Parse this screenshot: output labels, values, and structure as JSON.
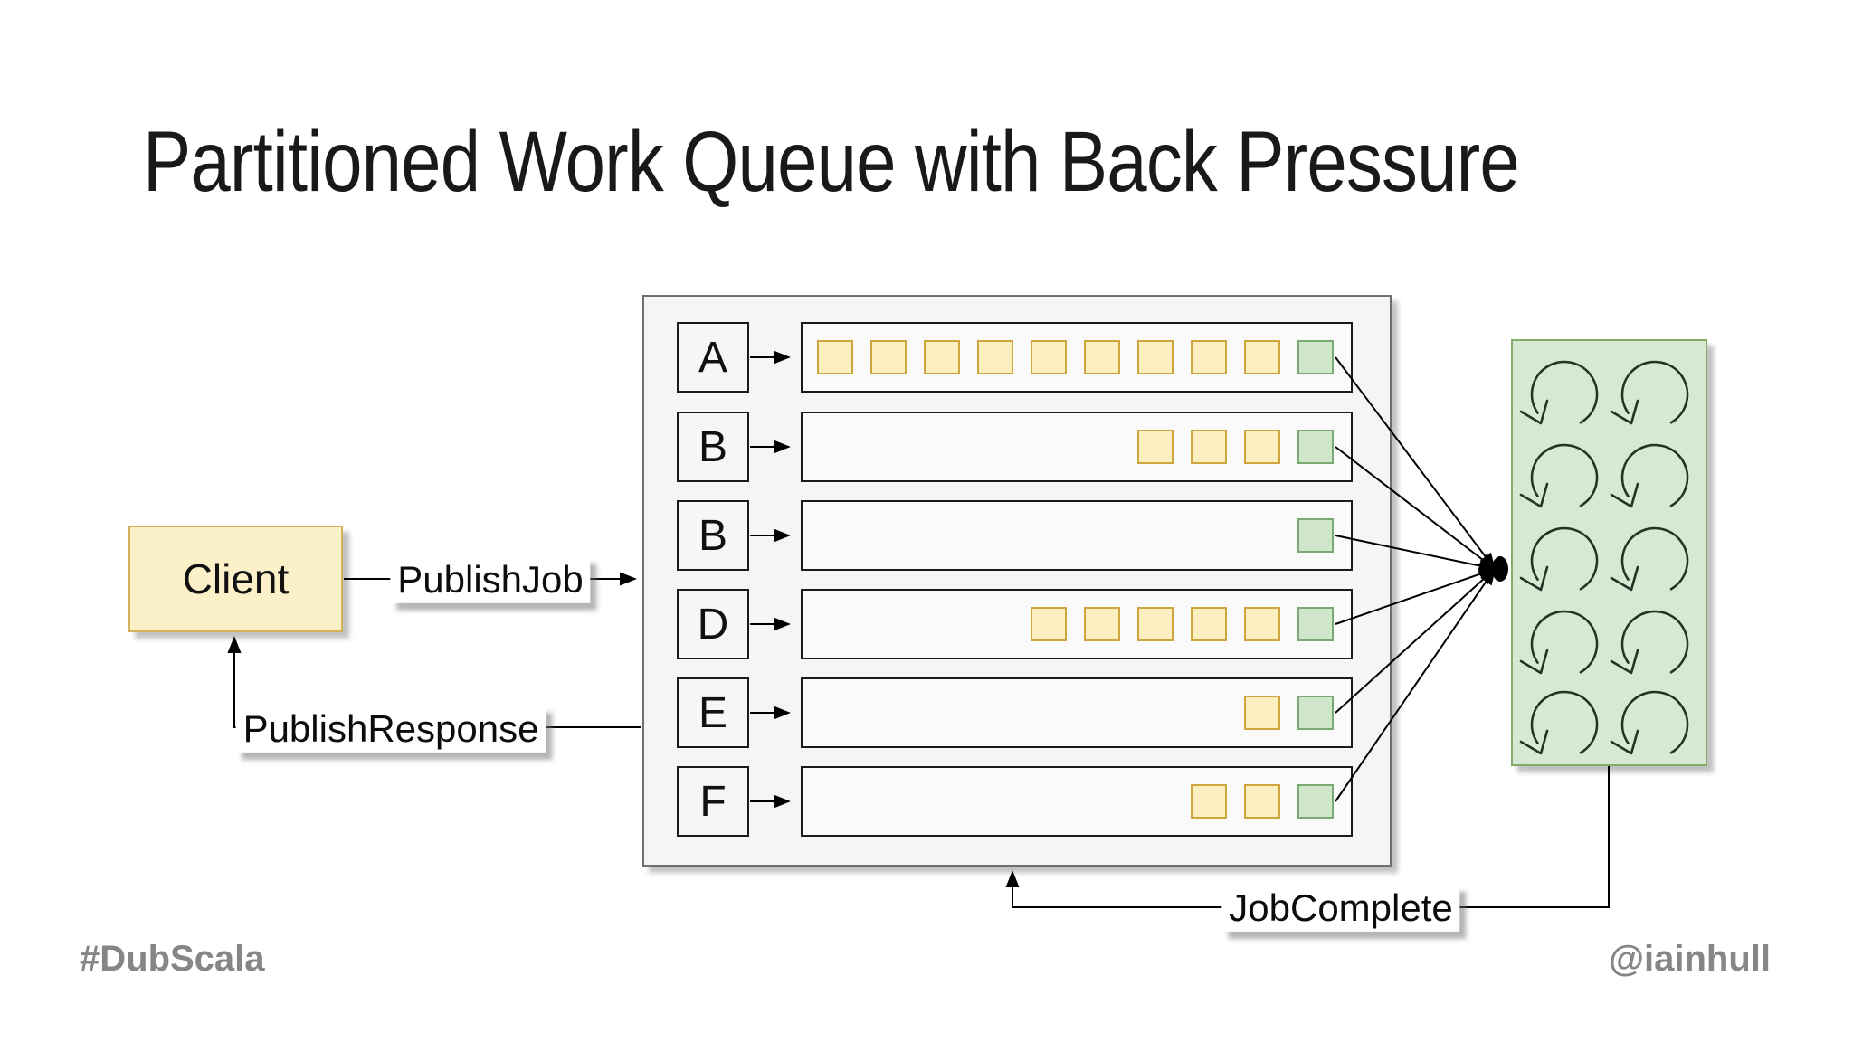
{
  "slide": {
    "title": "Partitioned Work Queue with Back Pressure",
    "footer_left": "#DubScala",
    "footer_right": "@iainhull"
  },
  "client": {
    "label": "Client"
  },
  "edges": {
    "publish_job": "PublishJob",
    "publish_response": "PublishResponse",
    "job_complete": "JobComplete"
  },
  "queue": {
    "partitions": [
      {
        "label": "A",
        "pending_jobs": 9,
        "active_jobs": 1
      },
      {
        "label": "B",
        "pending_jobs": 3,
        "active_jobs": 1
      },
      {
        "label": "B",
        "pending_jobs": 0,
        "active_jobs": 1
      },
      {
        "label": "D",
        "pending_jobs": 5,
        "active_jobs": 1
      },
      {
        "label": "E",
        "pending_jobs": 1,
        "active_jobs": 1
      },
      {
        "label": "F",
        "pending_jobs": 2,
        "active_jobs": 1
      }
    ]
  },
  "workers": {
    "count": 10,
    "columns": 2,
    "icon": "loop-arrow-icon"
  },
  "colors": {
    "client_fill": "#fbf0c7",
    "client_stroke": "#d2b25a",
    "queue_fill": "#f5f5f6",
    "queue_stroke": "#6f6f6f",
    "lane_fill": "#fafafb",
    "slot_pending_fill": "#fbefbf",
    "slot_pending_stroke": "#cda63f",
    "slot_active_fill": "#cfe6ca",
    "slot_active_stroke": "#7aa973",
    "worker_fill": "#d7e9d3",
    "worker_stroke": "#82ab6a",
    "loop_icon_stroke": "#243324",
    "connector": "#000000",
    "footer_text": "#868686",
    "title_text": "#191919"
  }
}
